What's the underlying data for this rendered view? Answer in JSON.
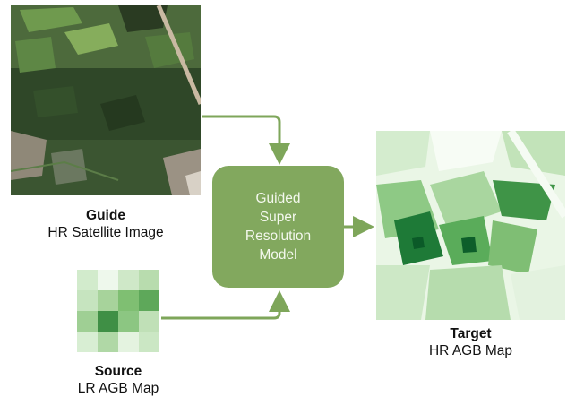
{
  "colors": {
    "accent": "#82a85e",
    "arrow": "#7ea65a",
    "agb_light": "#f3faf1",
    "agb_dark": "#0a6b2c"
  },
  "guide": {
    "title": "Guide",
    "subtitle": "HR Satellite Image"
  },
  "source": {
    "title": "Source",
    "subtitle": "LR AGB Map"
  },
  "model": {
    "label": "Guided\nSuper\nResolution\nModel"
  },
  "target": {
    "title": "Target",
    "subtitle": "HR AGB Map"
  }
}
